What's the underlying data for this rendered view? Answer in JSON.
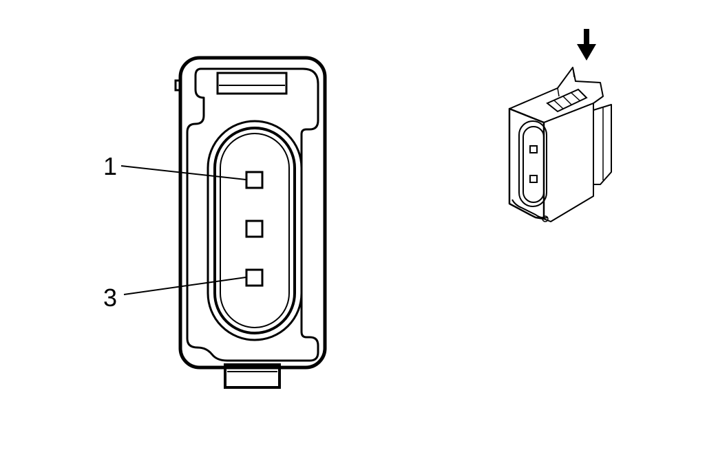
{
  "callouts": [
    {
      "id": "pin-1",
      "label": "1"
    },
    {
      "id": "pin-3",
      "label": "3"
    }
  ],
  "connector_face": {
    "terminal_cavities": 3
  },
  "arrow_icon": "down-arrow-icon",
  "colors": {
    "ink": "#000000",
    "background": "#ffffff"
  }
}
